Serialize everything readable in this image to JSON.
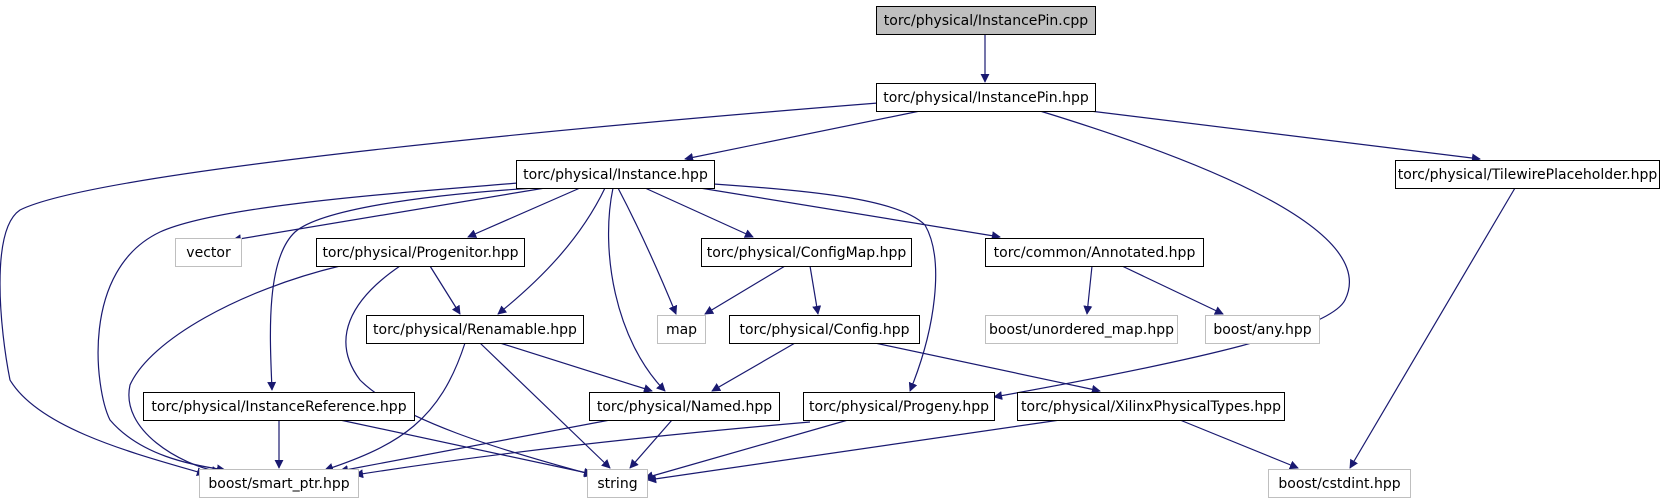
{
  "graph": {
    "colors": {
      "edge": "#191970",
      "root_fill": "#bfbfbf",
      "node_fill": "#ffffff",
      "node_border": "#000000",
      "external_border": "#bfbfbf"
    },
    "nodes": [
      {
        "id": "instancepin-cpp",
        "label": "torc/physical/InstancePin.cpp",
        "kind": "root"
      },
      {
        "id": "instancepin-hpp",
        "label": "torc/physical/InstancePin.hpp",
        "kind": "header"
      },
      {
        "id": "instance-hpp",
        "label": "torc/physical/Instance.hpp",
        "kind": "header"
      },
      {
        "id": "tilewireplaceholder-hpp",
        "label": "torc/physical/TilewirePlaceholder.hpp",
        "kind": "header"
      },
      {
        "id": "vector",
        "label": "vector",
        "kind": "external"
      },
      {
        "id": "progenitor-hpp",
        "label": "torc/physical/Progenitor.hpp",
        "kind": "header"
      },
      {
        "id": "configmap-hpp",
        "label": "torc/physical/ConfigMap.hpp",
        "kind": "header"
      },
      {
        "id": "annotated-hpp",
        "label": "torc/common/Annotated.hpp",
        "kind": "header"
      },
      {
        "id": "renamable-hpp",
        "label": "torc/physical/Renamable.hpp",
        "kind": "header"
      },
      {
        "id": "map",
        "label": "map",
        "kind": "external"
      },
      {
        "id": "config-hpp",
        "label": "torc/physical/Config.hpp",
        "kind": "header"
      },
      {
        "id": "unordered-map-hpp",
        "label": "boost/unordered_map.hpp",
        "kind": "external"
      },
      {
        "id": "any-hpp",
        "label": "boost/any.hpp",
        "kind": "external"
      },
      {
        "id": "instancereference-hpp",
        "label": "torc/physical/InstanceReference.hpp",
        "kind": "header"
      },
      {
        "id": "named-hpp",
        "label": "torc/physical/Named.hpp",
        "kind": "header"
      },
      {
        "id": "progeny-hpp",
        "label": "torc/physical/Progeny.hpp",
        "kind": "header"
      },
      {
        "id": "xilinxphysicaltypes-hpp",
        "label": "torc/physical/XilinxPhysicalTypes.hpp",
        "kind": "header"
      },
      {
        "id": "smart-ptr-hpp",
        "label": "boost/smart_ptr.hpp",
        "kind": "external"
      },
      {
        "id": "string",
        "label": "string",
        "kind": "external"
      },
      {
        "id": "cstdint-hpp",
        "label": "boost/cstdint.hpp",
        "kind": "external"
      }
    ],
    "edges": [
      {
        "from": "instancepin-cpp",
        "to": "instancepin-hpp"
      },
      {
        "from": "instancepin-hpp",
        "to": "smart-ptr-hpp"
      },
      {
        "from": "instancepin-hpp",
        "to": "instance-hpp"
      },
      {
        "from": "instancepin-hpp",
        "to": "progeny-hpp"
      },
      {
        "from": "instancepin-hpp",
        "to": "tilewireplaceholder-hpp"
      },
      {
        "from": "instance-hpp",
        "to": "vector"
      },
      {
        "from": "instance-hpp",
        "to": "smart-ptr-hpp"
      },
      {
        "from": "instance-hpp",
        "to": "instancereference-hpp"
      },
      {
        "from": "instance-hpp",
        "to": "progenitor-hpp"
      },
      {
        "from": "instance-hpp",
        "to": "renamable-hpp"
      },
      {
        "from": "instance-hpp",
        "to": "named-hpp"
      },
      {
        "from": "instance-hpp",
        "to": "map"
      },
      {
        "from": "instance-hpp",
        "to": "configmap-hpp"
      },
      {
        "from": "instance-hpp",
        "to": "annotated-hpp"
      },
      {
        "from": "instance-hpp",
        "to": "progeny-hpp"
      },
      {
        "from": "tilewireplaceholder-hpp",
        "to": "cstdint-hpp"
      },
      {
        "from": "progenitor-hpp",
        "to": "smart-ptr-hpp"
      },
      {
        "from": "progenitor-hpp",
        "to": "string"
      },
      {
        "from": "progenitor-hpp",
        "to": "renamable-hpp"
      },
      {
        "from": "configmap-hpp",
        "to": "map"
      },
      {
        "from": "configmap-hpp",
        "to": "config-hpp"
      },
      {
        "from": "annotated-hpp",
        "to": "unordered-map-hpp"
      },
      {
        "from": "annotated-hpp",
        "to": "any-hpp"
      },
      {
        "from": "renamable-hpp",
        "to": "smart-ptr-hpp"
      },
      {
        "from": "renamable-hpp",
        "to": "string"
      },
      {
        "from": "renamable-hpp",
        "to": "named-hpp"
      },
      {
        "from": "config-hpp",
        "to": "named-hpp"
      },
      {
        "from": "config-hpp",
        "to": "xilinxphysicaltypes-hpp"
      },
      {
        "from": "instancereference-hpp",
        "to": "smart-ptr-hpp"
      },
      {
        "from": "instancereference-hpp",
        "to": "string"
      },
      {
        "from": "named-hpp",
        "to": "smart-ptr-hpp"
      },
      {
        "from": "named-hpp",
        "to": "string"
      },
      {
        "from": "progeny-hpp",
        "to": "smart-ptr-hpp"
      },
      {
        "from": "progeny-hpp",
        "to": "string"
      },
      {
        "from": "xilinxphysicaltypes-hpp",
        "to": "string"
      },
      {
        "from": "xilinxphysicaltypes-hpp",
        "to": "cstdint-hpp"
      }
    ]
  }
}
